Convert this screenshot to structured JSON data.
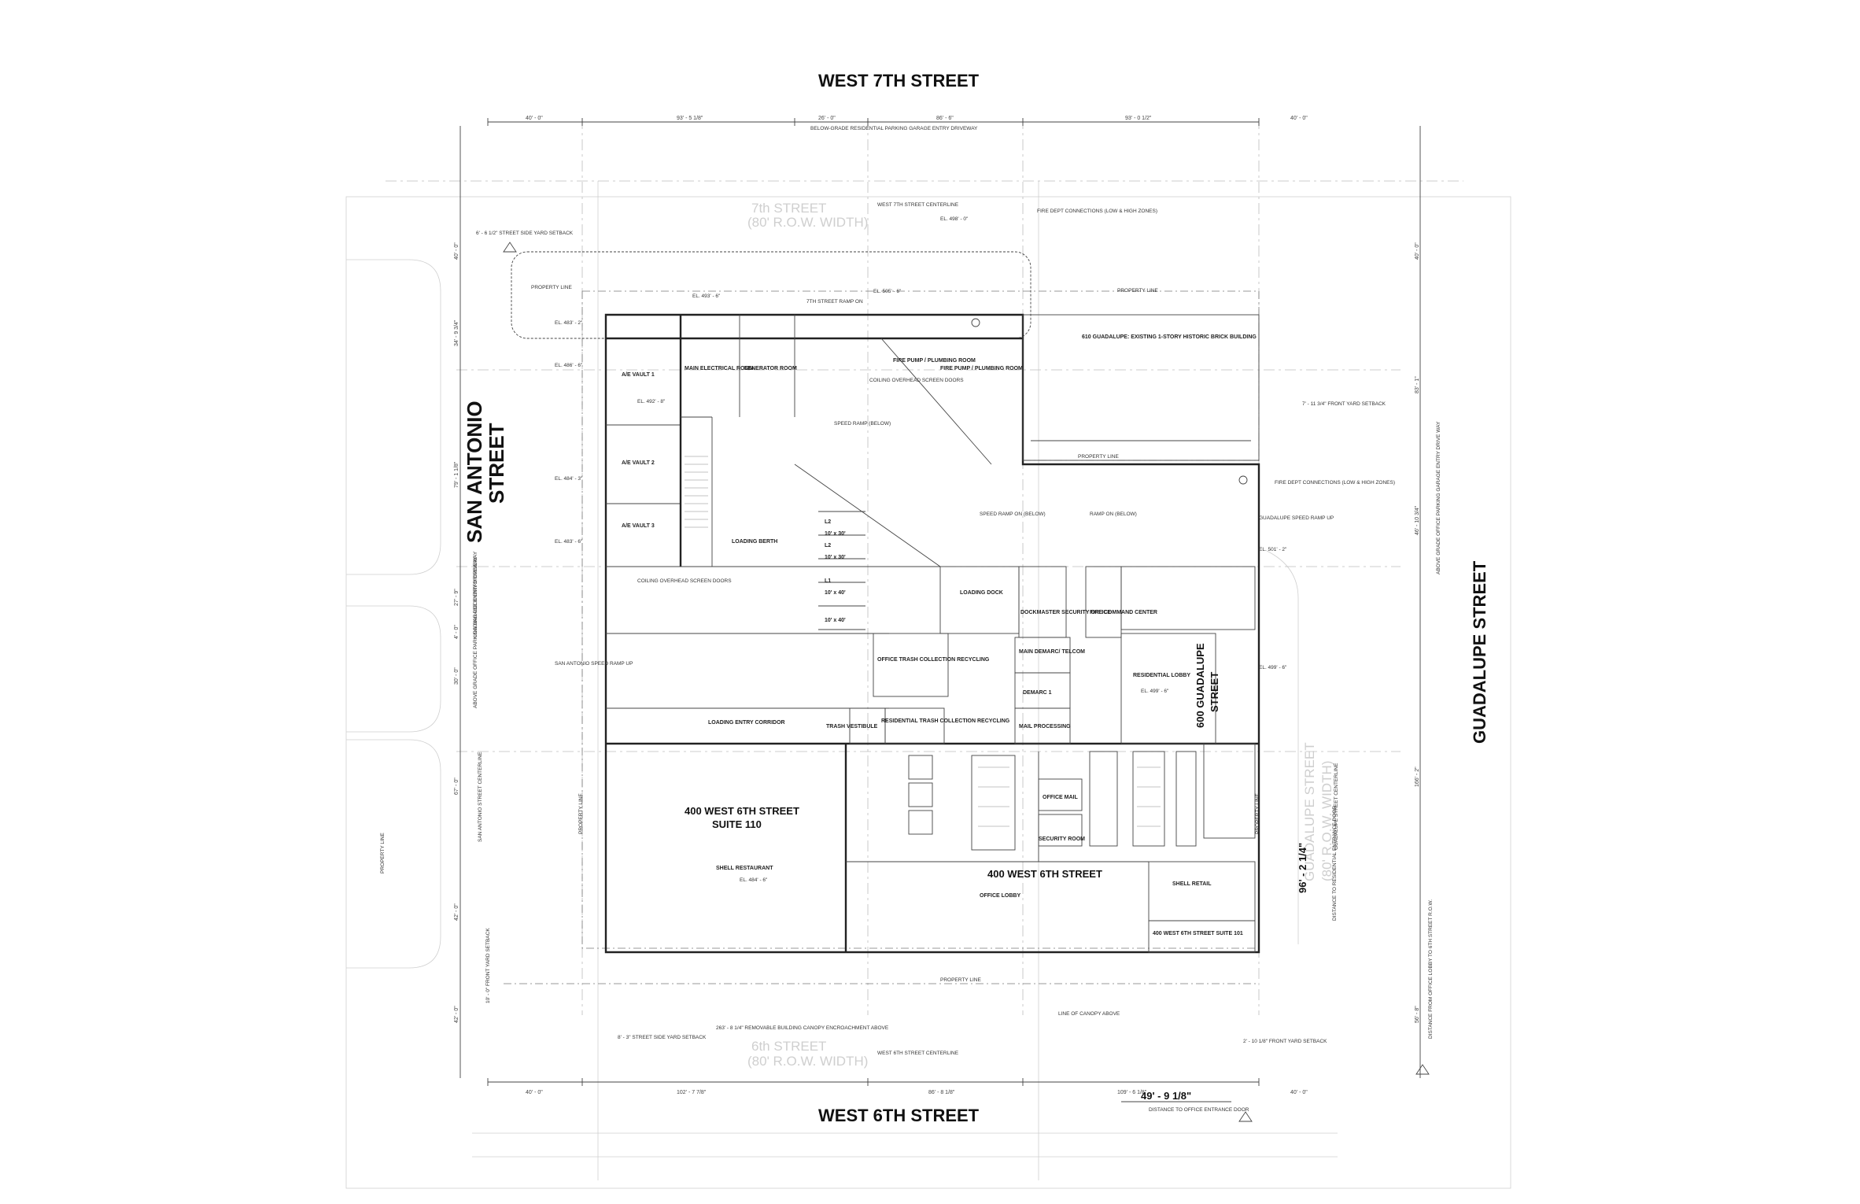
{
  "streets": {
    "north": "WEST 7TH STREET",
    "south": "WEST 6TH STREET",
    "west": "SAN ANTONIO STREET",
    "west_line1": "SAN ANTONIO",
    "west_line2": "STREET",
    "east": "GUADALUPE STREET",
    "north_row": "7th STREET",
    "north_row2": "(80' R.O.W. WIDTH)",
    "south_row": "6th STREET",
    "south_row2": "(80' R.O.W. WIDTH)",
    "east_row": "GUADALUPE STREET",
    "east_row2": "(80' R.O.W. WIDTH)"
  },
  "top_dims": [
    "40' - 0\"",
    "93' - 5 1/8\"",
    "26' - 0\"",
    "86' - 6\"",
    "93' - 0 1/2\"",
    "40' - 0\""
  ],
  "bottom_dims": [
    "40' - 0\"",
    "102' - 7 7/8\"",
    "86' - 8 1/8\"",
    "109' - 6 1/8\"",
    "40' - 0\""
  ],
  "left_dims": [
    "40' - 0\"",
    "34' - 9 3/4\"",
    "79' - 1 1/8\"",
    "27' - 9\"",
    "4' - 0\"",
    "30' - 0\"",
    "67' - 0\"",
    "42' - 0\"",
    "42' - 0\""
  ],
  "right_dims": [
    "40' - 0\"",
    "83' - 1\"",
    "46' - 10 3/4\"",
    "166' - 2\"",
    "56' - 8\""
  ],
  "rooms": {
    "ae_vault_1": "A/E VAULT 1",
    "ae_vault_2": "A/E VAULT 2",
    "ae_vault_3": "A/E VAULT 3",
    "main_electrical": "MAIN ELECTRICAL ROOM",
    "generator": "GENERATOR ROOM",
    "fire_pump_1": "FIRE PUMP / PLUMBING ROOM",
    "fire_pump_2": "FIRE PUMP / PLUMBING ROOM",
    "loading_berth": "LOADING BERTH",
    "loading_dock": "LOADING DOCK",
    "dockmaster": "DOCKMASTER SECURITY OFFICE",
    "fire_command": "FIRE COMMAND CENTER",
    "main_demarc": "MAIN DEMARC/ TELCOM",
    "demarc_1": "DEMARC 1",
    "mail_processing": "MAIL PROCESSING",
    "residential_lobby": "RESIDENTIAL LOBBY",
    "office_trash": "OFFICE TRASH COLLECTION RECYCLING",
    "trash_vestibule": "TRASH VESTIBULE",
    "res_trash": "RESIDENTIAL TRASH COLLECTION RECYCLING",
    "loading_entry": "LOADING ENTRY CORRIDOR",
    "office_mail": "OFFICE MAIL",
    "security": "SECURITY ROOM",
    "office_lobby": "OFFICE LOBBY",
    "shell_retail": "SHELL RETAIL",
    "shell_restaurant": "SHELL RESTAURANT",
    "suite_101": "400 WEST 6TH STREET SUITE 101",
    "existing_bldg": "610 GUADALUPE: EXISTING 1-STORY HISTORIC BRICK BUILDING"
  },
  "big_labels": {
    "suite_110_a": "400 WEST 6TH STREET",
    "suite_110_b": "SUITE 110",
    "office_bldg": "400 WEST 6TH STREET",
    "guadalupe_a": "600 GUADALUPE",
    "guadalupe_b": "STREET",
    "dist_east": "96' - 2 1/4\"",
    "dist_south": "49' - 9 1/8\"",
    "dist_south_caption": "DISTANCE TO OFFICE ENTRANCE DOOR"
  },
  "notes": {
    "garage_entry": "BELOW-GRADE RESIDENTIAL PARKING GARAGE ENTRY DRIVEWAY",
    "centerline_7th": "WEST 7TH STREET CENTERLINE",
    "centerline_6th": "WEST 6TH STREET CENTERLINE",
    "centerline_sa": "SAN ANTONIO STREET CENTERLINE",
    "centerline_gd": "GUADALUPE STREET CENTERLINE",
    "fdc_top": "FIRE DEPT CONNECTIONS (LOW & HIGH ZONES)",
    "fdc_right": "FIRE DEPT CONNECTIONS (LOW & HIGH ZONES)",
    "speed_ramp": "SPEED RAMP (BELOW)",
    "speed_ramp_on": "SPEED RAMP ON (BELOW)",
    "ramp_on": "RAMP ON (BELOW)",
    "ramp_7th": "7TH STREET RAMP ON",
    "coiling_top": "COILING OVERHEAD SCREEN DOORS",
    "coiling_left": "COILING OVERHEAD SCREEN DOORS",
    "sa_speed_ramp": "SAN ANTONIO SPEED RAMP UP",
    "gd_speed_ramp": "GUADALUPE SPEED RAMP UP",
    "sa_garage": "ABOVE GRADE OFFICE PARKING GARAGE ENTRY DRIVEWAY",
    "gd_garage": "ABOVE GRADE OFFICE PARKING GARAGE ENTRY DRIVE WAY",
    "loading_dock_driveway": "LOADING DOCK ENTRY DRIVEWAY",
    "canopy": "LINE OF CANOPY ABOVE",
    "canopy_encroach": "263' - 8 1/4\" REMOVABLE BUILDING CANOPY ENCROACHMENT ABOVE",
    "property_line": "PROPERTY LINE",
    "setback_nw": "6' - 6 1/2\" STREET SIDE YARD SETBACK",
    "setback_sw": "10' - 0\" FRONT YARD SETBACK",
    "setback_s": "8' - 3\" STREET SIDE YARD SETBACK",
    "setback_se": "2' - 10 1/8\" FRONT YARD SETBACK",
    "setback_e": "7' - 11 3/4\" FRONT YARD SETBACK",
    "dist_office_7th": "DISTANCE FROM OFFICE LOBBY TO 6TH STREET R.O.W.",
    "dist_res": "DISTANCE TO RESIDENTIAL ENTRANCE DOOR"
  },
  "parking": {
    "l2_a": "L2",
    "l2_a_size": "10' x 30'",
    "l2_b": "L2",
    "l2_b_size": "10' x 30'",
    "l1": "L1",
    "l1_size": "10' x 40'",
    "l1_b_size": "10' x 40'"
  },
  "elevations": {
    "e1": "EL. 486' - 6\"",
    "e2": "EL. 492' - 8\"",
    "e3": "EL. 484' - 3\"",
    "e4": "EL. 483' - 6\"",
    "e5": "EL. 483' - 2\"",
    "e6": "EL. 484' - 6\"",
    "e7": "EL. 499' - 6\"",
    "e8": "EL. 499' - 6\"",
    "e9": "EL. 493' - 6\"",
    "e10": "EL. 505' - 6\"",
    "e11": "EL. 498' - 0\"",
    "e12": "EL. 501' - 2\""
  }
}
